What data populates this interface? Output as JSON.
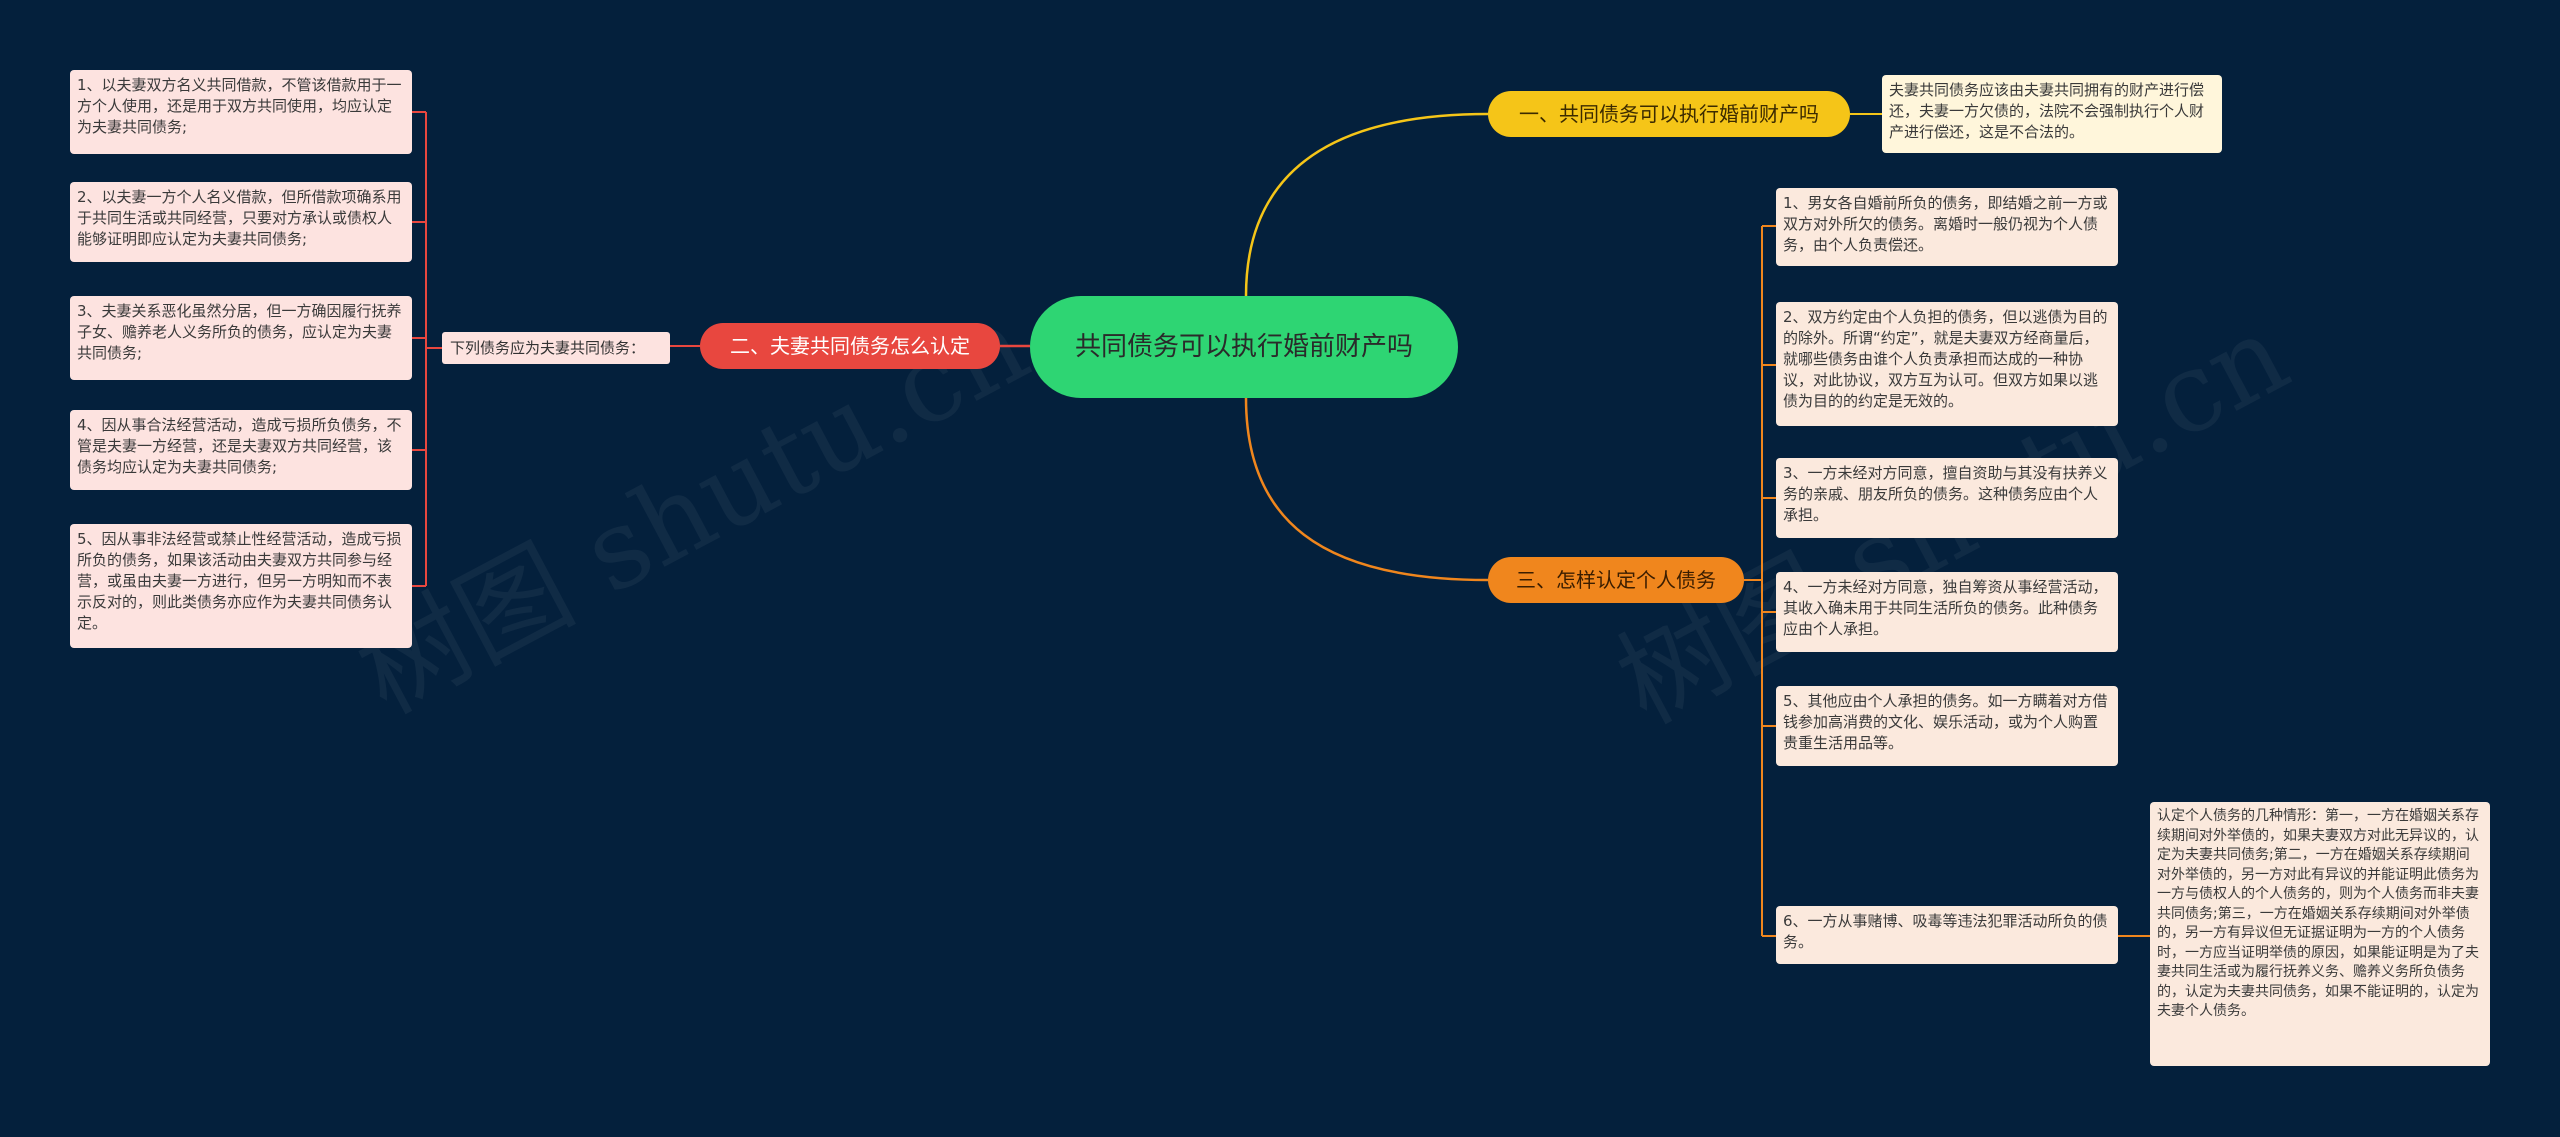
{
  "root": {
    "label": "共同债务可以执行婚前财产吗"
  },
  "branches": [
    {
      "label": "一、共同债务可以执行婚前财产吗",
      "color": "#f5c518"
    },
    {
      "label": "二、夫妻共同债务怎么认定",
      "color": "#e8473f"
    },
    {
      "label": "三、怎样认定个人债务",
      "color": "#f0861d"
    }
  ],
  "branch1": {
    "leaf": "夫妻共同债务应该由夫妻共同拥有的财产进行偿还，夫妻一方欠债的，法院不会强制执行个人财产进行偿还，这是不合法的。"
  },
  "branch2": {
    "sub": "下列债务应为夫妻共同债务：",
    "leaves": [
      "1、以夫妻双方名义共同借款，不管该借款用于一方个人使用，还是用于双方共同使用，均应认定为夫妻共同债务;",
      "2、以夫妻一方个人名义借款，但所借款项确系用于共同生活或共同经营，只要对方承认或债权人能够证明即应认定为夫妻共同债务;",
      "3、夫妻关系恶化虽然分居，但一方确因履行抚养子女、赡养老人义务所负的债务，应认定为夫妻共同债务;",
      "4、因从事合法经营活动，造成亏损所负债务，不管是夫妻一方经营，还是夫妻双方共同经营，该债务均应认定为夫妻共同债务;",
      "5、因从事非法经营或禁止性经营活动，造成亏损所负的债务，如果该活动由夫妻双方共同参与经营，或虽由夫妻一方进行，但另一方明知而不表示反对的，则此类债务亦应作为夫妻共同债务认定。"
    ]
  },
  "branch3": {
    "leaves": [
      "1、男女各自婚前所负的债务，即结婚之前一方或双方对外所欠的债务。离婚时一般仍视为个人债务，由个人负责偿还。",
      "2、双方约定由个人负担的债务，但以逃债为目的的除外。所谓“约定”，就是夫妻双方经商量后，就哪些债务由谁个人负责承担而达成的一种协议，对此协议，双方互为认可。但双方如果以逃债为目的的约定是无效的。",
      "3、一方未经对方同意，擅自资助与其没有扶养义务的亲戚、朋友所负的债务。这种债务应由个人承担。",
      "4、一方未经对方同意，独自筹资从事经营活动，其收入确未用于共同生活所负的债务。此种债务应由个人承担。",
      "5、其他应由个人承担的债务。如一方瞒着对方借钱参加高消费的文化、娱乐活动，或为个人购置贵重生活用品等。",
      "6、一方从事赌博、吸毒等违法犯罪活动所负的债务。"
    ],
    "detail": "认定个人债务的几种情形：第一，一方在婚姻关系存续期间对外举债的，如果夫妻双方对此无异议的，认定为夫妻共同债务;第二，一方在婚姻关系存续期间对外举债的，另一方对此有异议的并能证明此债务为一方与债权人的个人债务的，则为个人债务而非夫妻共同债务;第三，一方在婚姻关系存续期间对外举债的，另一方有异议但无证据证明为一方的个人债务时，一方应当证明举债的原因，如果能证明是为了夫妻共同生活或为履行抚养义务、赡养义务所负债务的，认定为夫妻共同债务，如果不能证明的，认定为夫妻个人债务。"
  },
  "watermarks": [
    "树图 shutu.cn",
    "树图 shutu.cn"
  ]
}
